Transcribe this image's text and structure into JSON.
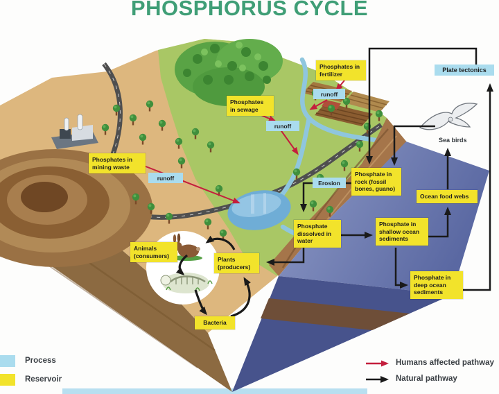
{
  "title": "PHOSPHORUS CYCLE",
  "reservoirs": {
    "fertilizer": "Phosphates in fertilizer",
    "sewage": "Phosphates in sewage",
    "mining_waste": "Phosphates in mining waste",
    "rock": "Phosphate in rock (fossil bones, guano)",
    "dissolved": "Phosphate dissolved in water",
    "animals": "Animals (consumers)",
    "plants": "Plants (producers)",
    "bacteria": "Bacteria",
    "ocean_food_webs": "Ocean food webs",
    "shallow_sediments": "Phosphate in shallow ocean sediments",
    "deep_sediments": "Phosphate in deep ocean sediments"
  },
  "processes": {
    "runoff_fertilizer": "runoff",
    "runoff_sewage": "runoff",
    "runoff_mining": "runoff",
    "erosion": "Erosion",
    "plate_tectonics": "Plate tectonics"
  },
  "labels": {
    "sea_birds": "Sea birds"
  },
  "legend": {
    "process": "Process",
    "reservoir": "Reservoir",
    "human_pathway": "Humans affected pathway",
    "natural_pathway": "Natural pathway"
  },
  "colors": {
    "title_green": "#3f9e76",
    "reservoir_yellow": "#f2e32b",
    "process_blue": "#aadcee",
    "human_arrow_red": "#c41e3d",
    "natural_arrow_black": "#1a1a1a"
  }
}
